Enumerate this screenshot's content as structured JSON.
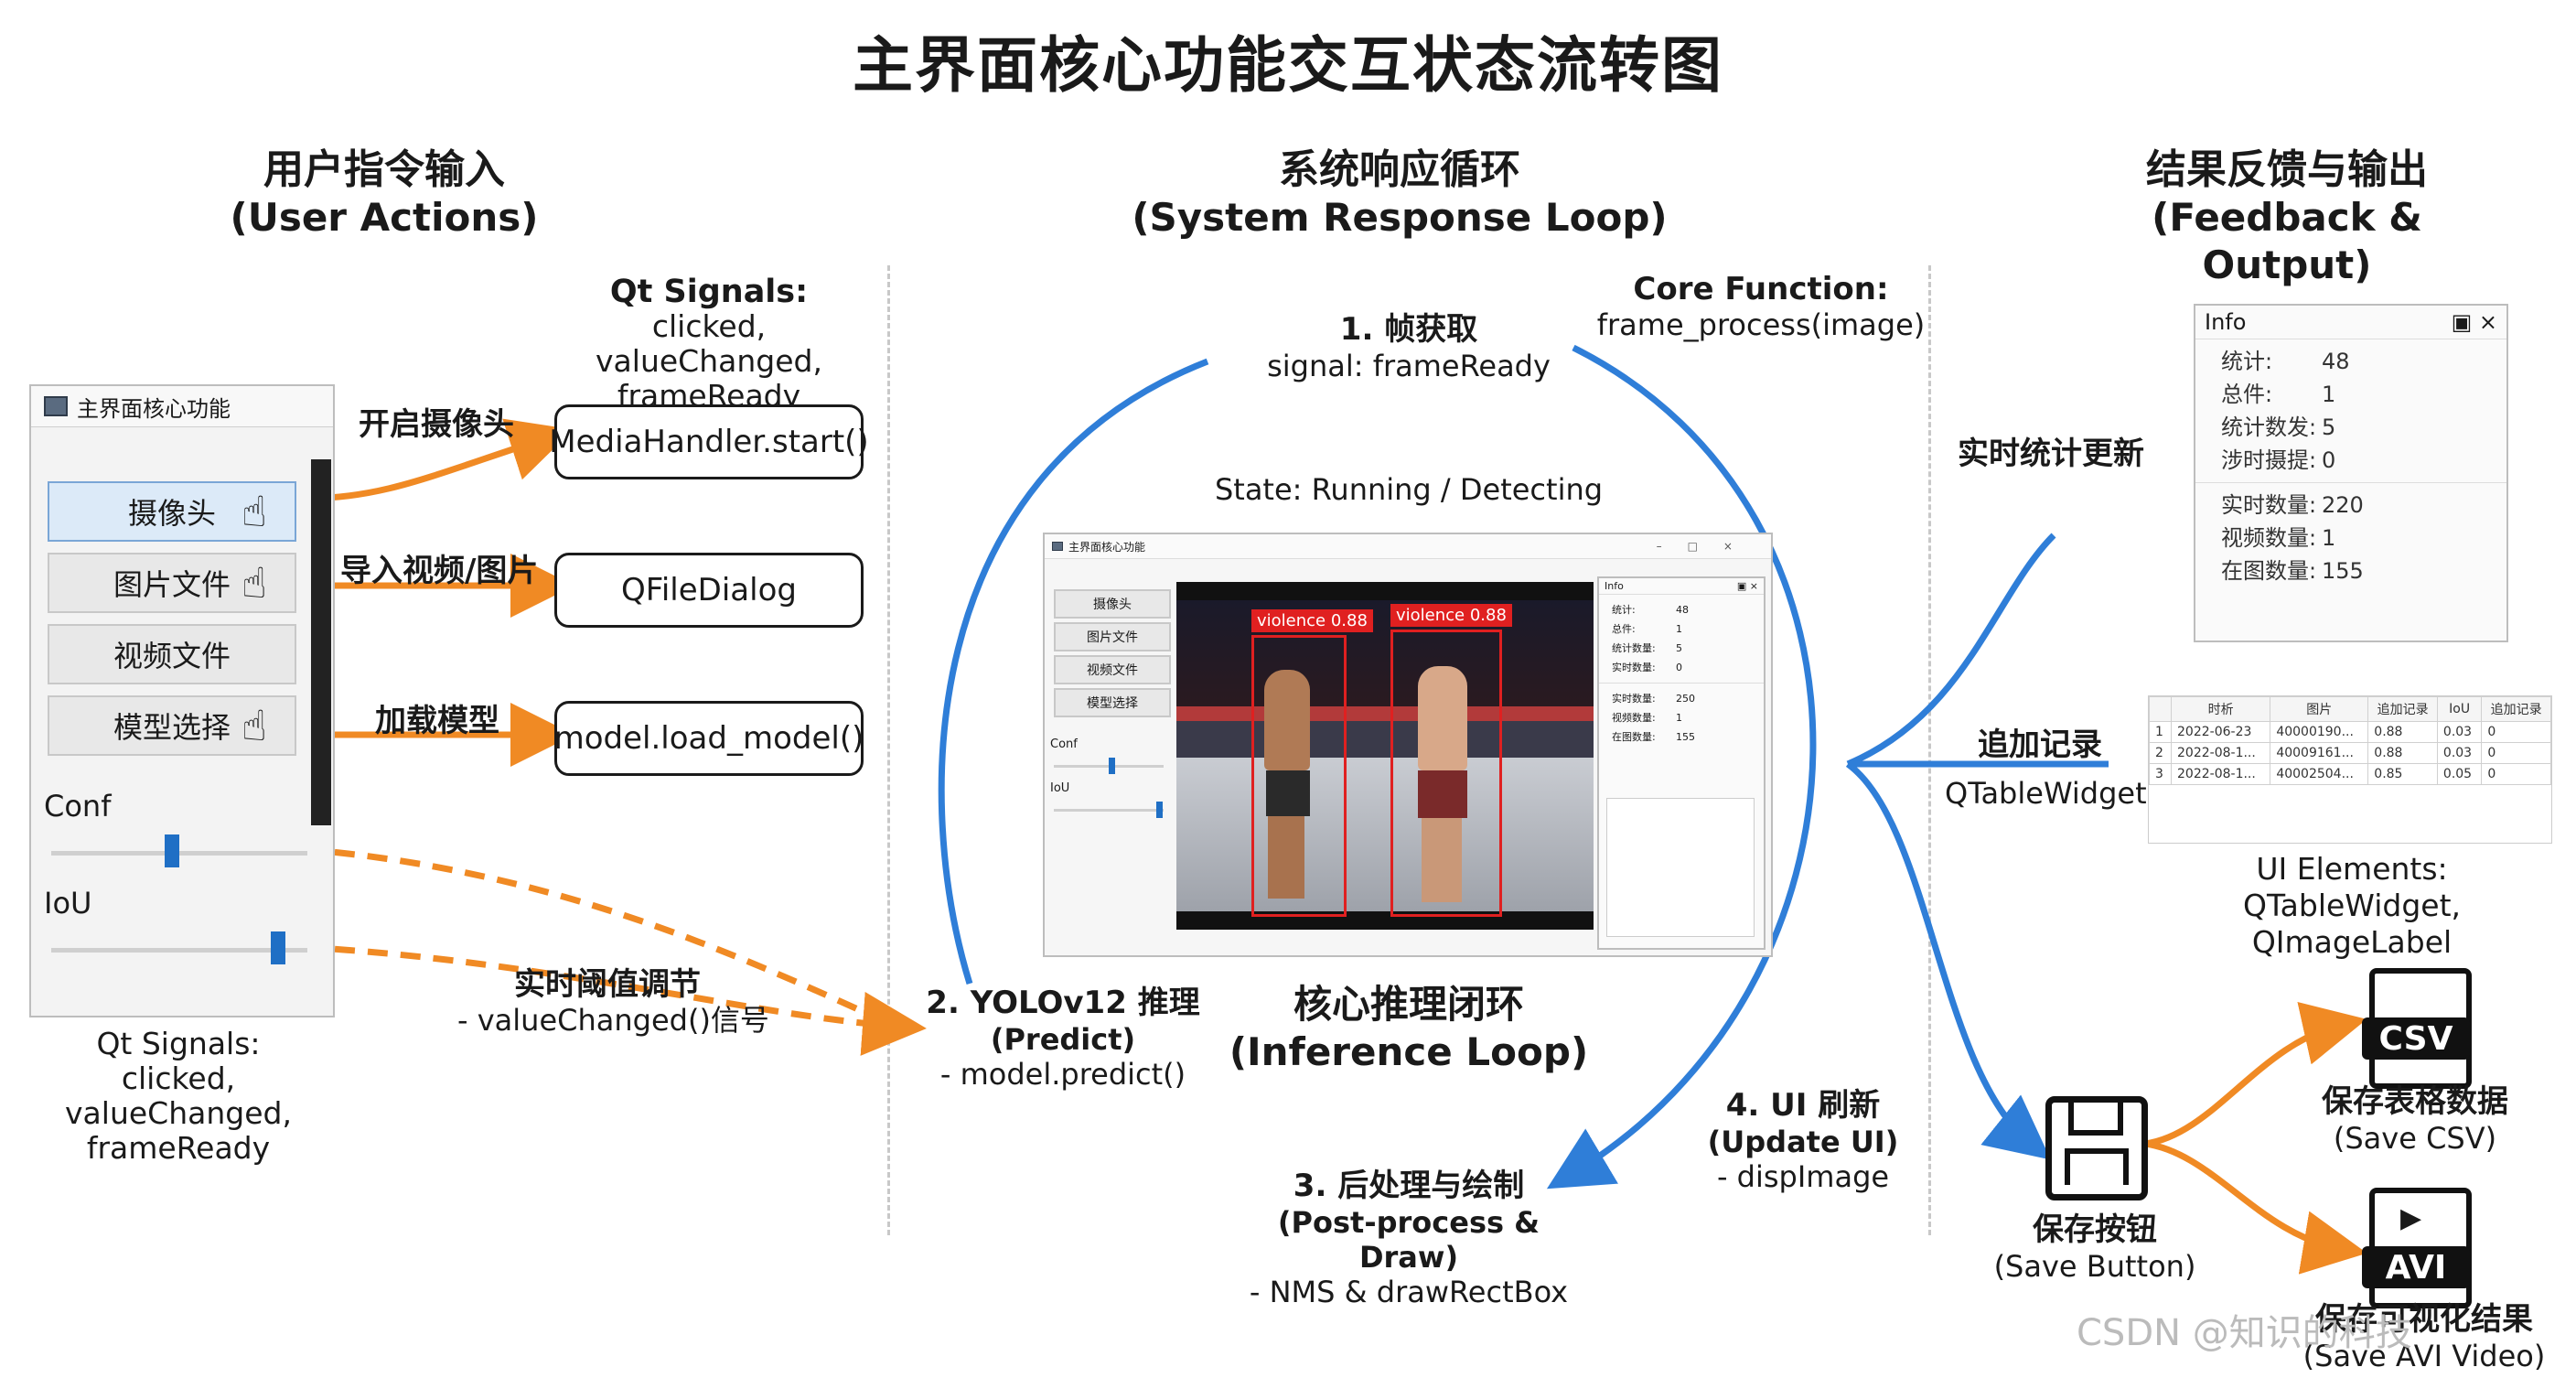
{
  "title": "主界面核心功能交互状态流转图",
  "columns": {
    "left": {
      "cn": "用户指令输入",
      "en": "(User Actions)"
    },
    "middle": {
      "cn": "系统响应循环",
      "en": "(System Response Loop)"
    },
    "right": {
      "cn": "结果反馈与输出",
      "en": "(Feedback & Output)"
    }
  },
  "left": {
    "qt_signals_top": {
      "head": "Qt Signals:",
      "line1": "clicked, valueChanged,",
      "line2": "frameReady"
    },
    "qt_signals_bottom": {
      "head": "Qt Signals:",
      "line1": "clicked, valueChanged,",
      "line2": "frameReady"
    },
    "window_title": "主界面核心功能",
    "buttons": {
      "camera": "摄像头",
      "image": "图片文件",
      "video": "视频文件",
      "model": "模型选择"
    },
    "sliders": {
      "conf": "Conf",
      "iou": "IoU"
    },
    "actions": {
      "camera": "开启摄像头",
      "import": "导入视频/图片",
      "load": "加载模型"
    },
    "handlers": {
      "media": "MediaHandler.start()",
      "dialog": "QFileDialog",
      "model": "model.load_model()"
    },
    "threshold": {
      "label": "实时阈值调节",
      "sub": "- valueChanged()信号"
    }
  },
  "middle": {
    "step1": {
      "head": "1. 帧获取",
      "sub": "signal: frameReady"
    },
    "core": {
      "head": "Core Function:",
      "sub": "frame_process(image)"
    },
    "state": "State: Running / Detecting",
    "step2": {
      "head": "2. YOLOv12 推理",
      "sub1": "(Predict)",
      "sub2": "- model.predict()"
    },
    "loop": {
      "cn": "核心推理闭环",
      "en": "(Inference Loop)"
    },
    "step3": {
      "head": "3. 后处理与绘制",
      "sub1": "(Post-process & Draw)",
      "sub2": "- NMS & drawRectBox"
    },
    "step4": {
      "head": "4. UI 刷新",
      "sub1": "(Update UI)",
      "sub2": "- dispImage"
    },
    "screenshot": {
      "window_title": "主界面核心功能",
      "buttons": [
        "摄像头",
        "图片文件",
        "视频文件",
        "模型选择"
      ],
      "conf": "Conf",
      "iou": "IoU",
      "det1": "violence 0.88",
      "det2": "violence 0.88",
      "info_title": "Info",
      "info_rows": [
        {
          "k": "统计:",
          "v": "48"
        },
        {
          "k": "总件:",
          "v": "1"
        },
        {
          "k": "统计数量:",
          "v": "5"
        },
        {
          "k": "实时数量:",
          "v": "0"
        }
      ],
      "info_rows2": [
        {
          "k": "实时数量:",
          "v": "250"
        },
        {
          "k": "视频数量:",
          "v": "1"
        },
        {
          "k": "在图数量:",
          "v": "155"
        }
      ]
    }
  },
  "right": {
    "info_panel": {
      "title": "Info",
      "rows": [
        {
          "k": "统计:",
          "v": "48"
        },
        {
          "k": "总件:",
          "v": "1"
        },
        {
          "k": "统计数发:",
          "v": "5"
        },
        {
          "k": "涉时摄提:",
          "v": "0"
        }
      ],
      "rows2": [
        {
          "k": "实时数量:",
          "v": "220"
        },
        {
          "k": "视频数量:",
          "v": "1"
        },
        {
          "k": "在图数量:",
          "v": "155"
        }
      ]
    },
    "stats_update": "实时统计更新",
    "append": "追加记录",
    "qtable": "QTableWidget",
    "table": {
      "headers": [
        "",
        "时析",
        "图片",
        "追加记录",
        "IoU",
        "追加记录"
      ],
      "rows": [
        [
          "1",
          "2022-06-23",
          "40000190...",
          "0.88",
          "0.03",
          "0"
        ],
        [
          "2",
          "2022-08-1...",
          "40009161...",
          "0.88",
          "0.03",
          "0"
        ],
        [
          "3",
          "2022-08-1...",
          "40002504...",
          "0.85",
          "0.05",
          "0"
        ]
      ]
    },
    "ui_elements": {
      "head": "UI Elements:",
      "sub": "QTableWidget, QImageLabel"
    },
    "save_button": {
      "cn": "保存按钮",
      "en": "(Save Button)"
    },
    "csv": {
      "tag": "CSV",
      "cn": "保存表格数据",
      "en": "(Save CSV)"
    },
    "avi": {
      "tag": "AVI",
      "cn": "保存可视化结果",
      "en": "(Save AVI Video)"
    }
  },
  "watermark": "CSDN @知识的科技",
  "colors": {
    "orange": "#f08a24",
    "blue": "#2f7ed8",
    "box_red": "#e02020"
  }
}
